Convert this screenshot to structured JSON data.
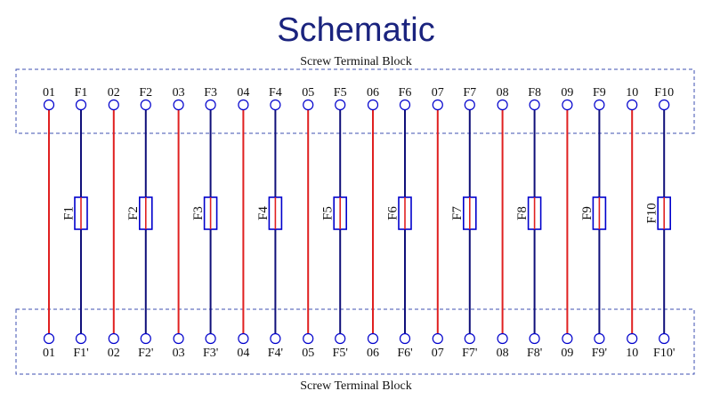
{
  "title": "Schematic",
  "top_block_label": "Screw Terminal  Block",
  "bottom_block_label": "Screw Terminal  Block",
  "colors": {
    "title": "#1a237e",
    "border": "#3c4fb0",
    "red_wire": "#e02020",
    "blue_wire": "#10107a",
    "fuse": "#0000cc",
    "text": "#111111"
  },
  "channels": [
    {
      "top_common": "01",
      "top_fuse": "F1",
      "fuse": "F1",
      "bottom_common": "01",
      "bottom_fuse": "F1'"
    },
    {
      "top_common": "02",
      "top_fuse": "F2",
      "fuse": "F2",
      "bottom_common": "02",
      "bottom_fuse": "F2'"
    },
    {
      "top_common": "03",
      "top_fuse": "F3",
      "fuse": "F3",
      "bottom_common": "03",
      "bottom_fuse": "F3'"
    },
    {
      "top_common": "04",
      "top_fuse": "F4",
      "fuse": "F4",
      "bottom_common": "04",
      "bottom_fuse": "F4'"
    },
    {
      "top_common": "05",
      "top_fuse": "F5",
      "fuse": "F5",
      "bottom_common": "05",
      "bottom_fuse": "F5'"
    },
    {
      "top_common": "06",
      "top_fuse": "F6",
      "fuse": "F6",
      "bottom_common": "06",
      "bottom_fuse": "F6'"
    },
    {
      "top_common": "07",
      "top_fuse": "F7",
      "fuse": "F7",
      "bottom_common": "07",
      "bottom_fuse": "F7'"
    },
    {
      "top_common": "08",
      "top_fuse": "F8",
      "fuse": "F8",
      "bottom_common": "08",
      "bottom_fuse": "F8'"
    },
    {
      "top_common": "09",
      "top_fuse": "F9",
      "fuse": "F9",
      "bottom_common": "09",
      "bottom_fuse": "F9'"
    },
    {
      "top_common": "10",
      "top_fuse": "F10",
      "fuse": "F10",
      "bottom_common": "10",
      "bottom_fuse": "F10'"
    }
  ]
}
